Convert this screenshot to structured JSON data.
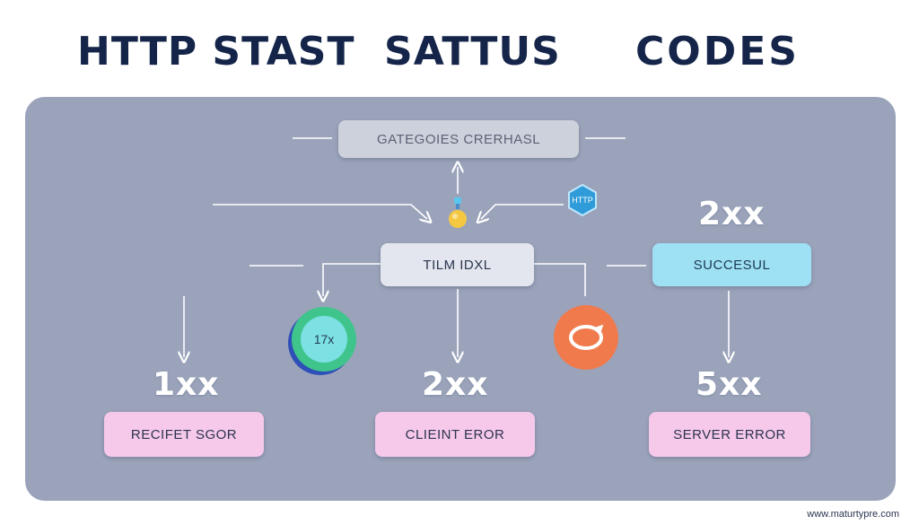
{
  "title": {
    "part1": "HTTP STAST",
    "part2": "SATTUS",
    "part3": "CODES"
  },
  "nodes": {
    "top": "GATEGOIES CRERHASL",
    "middle": "TILM IDXL",
    "success": "SUCCESUL",
    "bottom_left": "RECIFET SGOR",
    "bottom_center": "CLIEINT EROR",
    "bottom_right": "SERVER ERROR"
  },
  "codes": {
    "top_right": "2xx",
    "left": "1xx",
    "center": "2xx",
    "right": "5xx"
  },
  "badges": {
    "green": "17x",
    "http": "HTTP"
  },
  "icons": {
    "bulb": "lightbulb-icon",
    "http": "http-hexagon-icon",
    "refresh": "refresh-icon"
  },
  "colors": {
    "title": "#15254a",
    "panel": "#9aa3ba",
    "success": "#9ee0f4",
    "pink": "#f6c8ea",
    "green": "#3fc58c",
    "orange": "#f07a4c",
    "hex": "#2f9bd8"
  },
  "watermark": "www.maturtypre.com"
}
